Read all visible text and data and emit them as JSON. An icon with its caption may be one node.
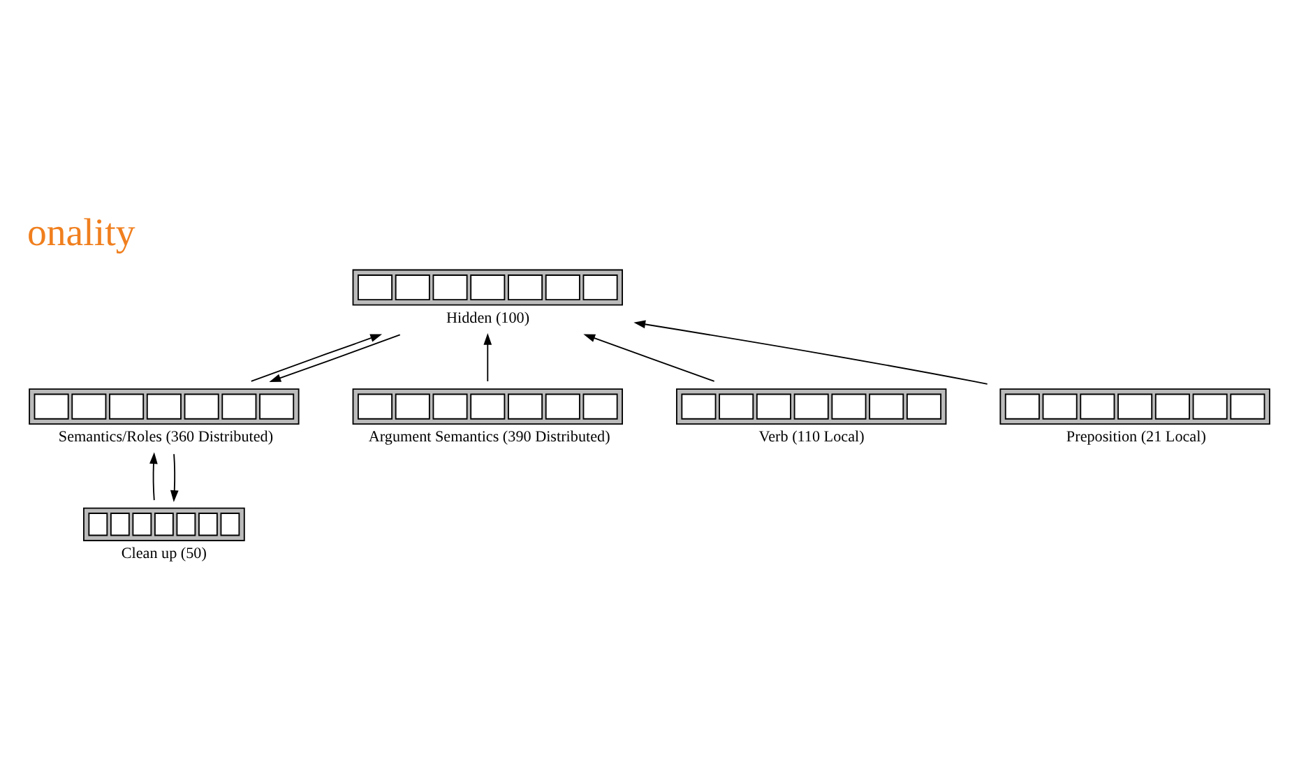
{
  "diagram": {
    "title": "onality",
    "nodes": [
      {
        "text": [
          "Clean up (50)"
        ]
      },
      {
        "text": [
          "Semantics/Roles (360 Distributed)"
        ]
      },
      {
        "text": [
          "Hidden (100)"
        ]
      },
      {
        "text": [
          "Argument Semantics (390 Distributed)"
        ]
      },
      {
        "text": [
          "Verb (110 Local)"
        ]
      },
      {
        "text": [
          "Preposition (21 Local)"
        ]
      }
    ],
    "edges": [
      {
        "from": 0,
        "to": 1,
        "arrow": "to"
      },
      {
        "from": 1,
        "to": 0,
        "arrow": "to"
      },
      {
        "from": 1,
        "to": 2,
        "arrow": "to"
      },
      {
        "from": 2,
        "to": 1,
        "arrow": "to"
      },
      {
        "from": 3,
        "to": 2,
        "arrow": "to"
      },
      {
        "from": 4,
        "to": 2,
        "arrow": "to"
      },
      {
        "from": 5,
        "to": 2,
        "arrow": "to"
      }
    ]
  }
}
